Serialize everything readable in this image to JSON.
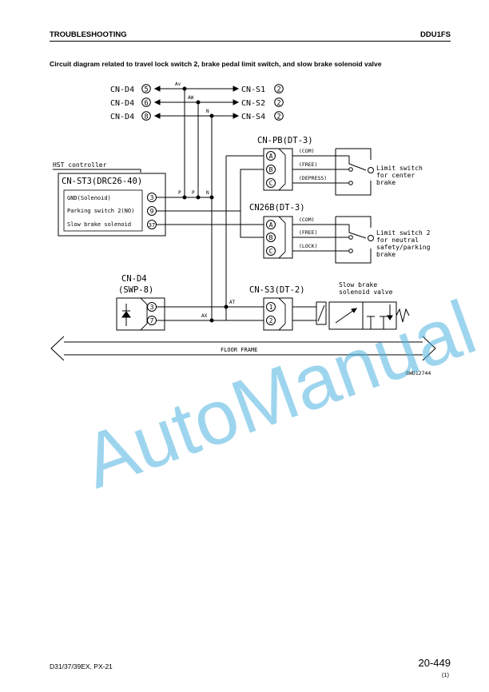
{
  "header": {
    "section": "TROUBLESHOOTING",
    "model_code": "DDU1FS"
  },
  "title": "Circuit diagram related to travel lock switch 2, brake pedal limit switch, and slow brake solenoid valve",
  "diagram": {
    "connectors_left": [
      {
        "name": "CN-D4",
        "pin": "5"
      },
      {
        "name": "CN-D4",
        "pin": "6"
      },
      {
        "name": "CN-D4",
        "pin": "8"
      }
    ],
    "connectors_right": [
      {
        "name": "CN-S1",
        "pin": "2"
      },
      {
        "name": "CN-S2",
        "pin": "2"
      },
      {
        "name": "CN-S4",
        "pin": "2"
      }
    ],
    "wire_codes": {
      "av": "Av",
      "aw": "AW",
      "n": "N",
      "p1": "P",
      "p2": "P",
      "n2": "N",
      "at": "AT",
      "ax": "AX"
    },
    "controller": {
      "group_label": "HST controller",
      "connector": "CN-ST3(DRC26-40)",
      "pins": [
        {
          "label": "GND(Solenoid)",
          "pin": "3"
        },
        {
          "label": "Parking switch 2(NO)",
          "pin": "9"
        },
        {
          "label": "Slow brake solenoid",
          "pin": "37"
        }
      ]
    },
    "pb_switch": {
      "connector": "CN-PB(DT-3)",
      "pins": [
        {
          "pin": "A",
          "signal": "(COM)"
        },
        {
          "pin": "B",
          "signal": "(FREE)"
        },
        {
          "pin": "C",
          "signal": "(DEPRESS)"
        }
      ],
      "desc": [
        "Limit switch",
        "for center",
        "brake"
      ]
    },
    "s26b_switch": {
      "connector": "CN26B(DT-3)",
      "pins": [
        {
          "pin": "A",
          "signal": "(COM)"
        },
        {
          "pin": "B",
          "signal": "(FREE)"
        },
        {
          "pin": "C",
          "signal": "(LOCK)"
        }
      ],
      "desc": [
        "Limit switch 2",
        "for neutral",
        "safety/parking",
        "brake"
      ]
    },
    "d4_diode": {
      "connector": "CN-D4",
      "type": "(SWP-8)",
      "pins": [
        "3",
        "7"
      ]
    },
    "s3_valve": {
      "connector": "CN-S3(DT-2)",
      "pins": [
        "1",
        "2"
      ],
      "desc": [
        "Slow brake",
        "solenoid valve"
      ]
    },
    "floor_frame": "FLOOR FRAME",
    "drawing_no": "BWD12744"
  },
  "watermark": "AutoManual",
  "footer": {
    "models": "D31/37/39EX, PX-21",
    "page": "20-449",
    "rev": "(1)"
  }
}
